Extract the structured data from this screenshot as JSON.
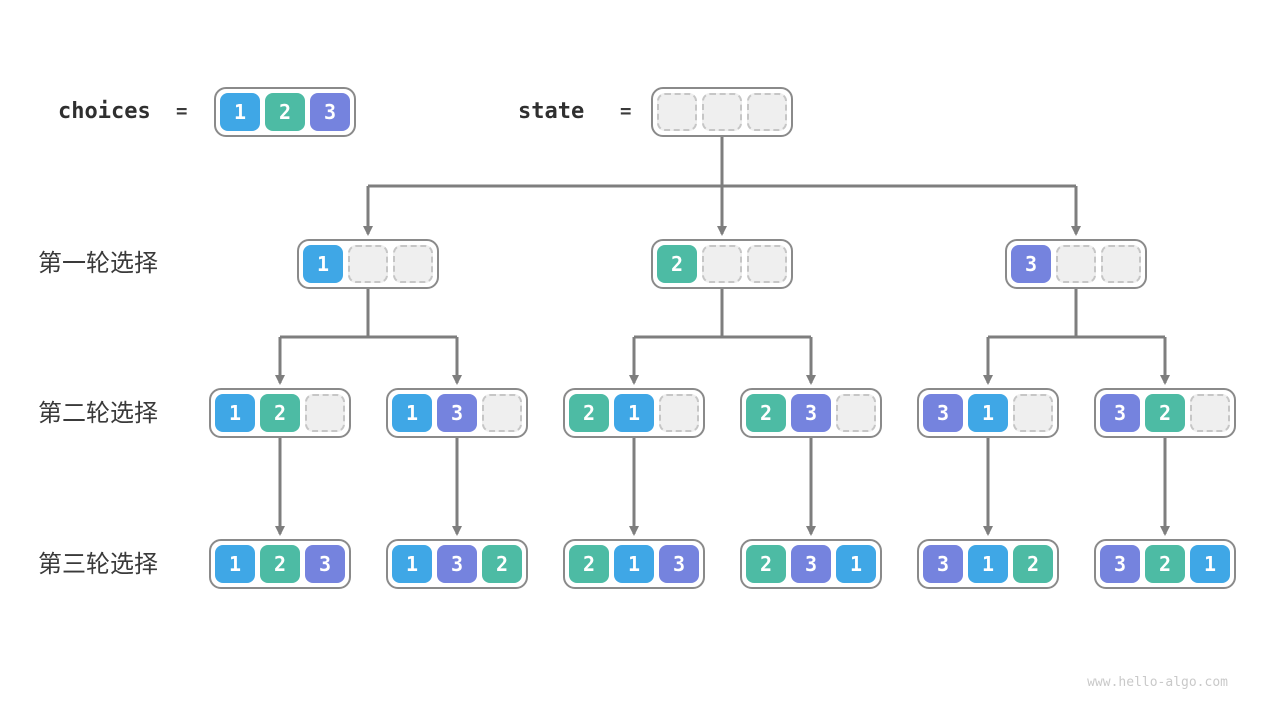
{
  "page": {
    "watermark": "www.hello-algo.com"
  },
  "palette": {
    "1": "#3FA7E6",
    "2": "#4DBBA4",
    "3": "#7583DE",
    "line": "#7E7E7E",
    "node_border": "#8A8A8A",
    "empty_fill": "#EFEFEF",
    "empty_border": "#C6C6C6",
    "label_text": "#3A3A3A",
    "cell_text": "#FFFFFF"
  },
  "header": {
    "choices": {
      "label": "choices",
      "equals": "=",
      "cells": [
        1,
        2,
        3
      ]
    },
    "state": {
      "label": "state",
      "equals": "=",
      "cells": [
        null,
        null,
        null
      ]
    }
  },
  "tree": {
    "slots_per_node": 3,
    "rows": [
      {
        "label": "第一轮选择",
        "nodes": [
          [
            1
          ],
          [
            2
          ],
          [
            3
          ]
        ]
      },
      {
        "label": "第二轮选择",
        "nodes": [
          [
            1,
            2
          ],
          [
            1,
            3
          ],
          [
            2,
            1
          ],
          [
            2,
            3
          ],
          [
            3,
            1
          ],
          [
            3,
            2
          ]
        ]
      },
      {
        "label": "第三轮选择",
        "nodes": [
          [
            1,
            2,
            3
          ],
          [
            1,
            3,
            2
          ],
          [
            2,
            1,
            3
          ],
          [
            2,
            3,
            1
          ],
          [
            3,
            1,
            2
          ],
          [
            3,
            2,
            1
          ]
        ]
      }
    ]
  }
}
